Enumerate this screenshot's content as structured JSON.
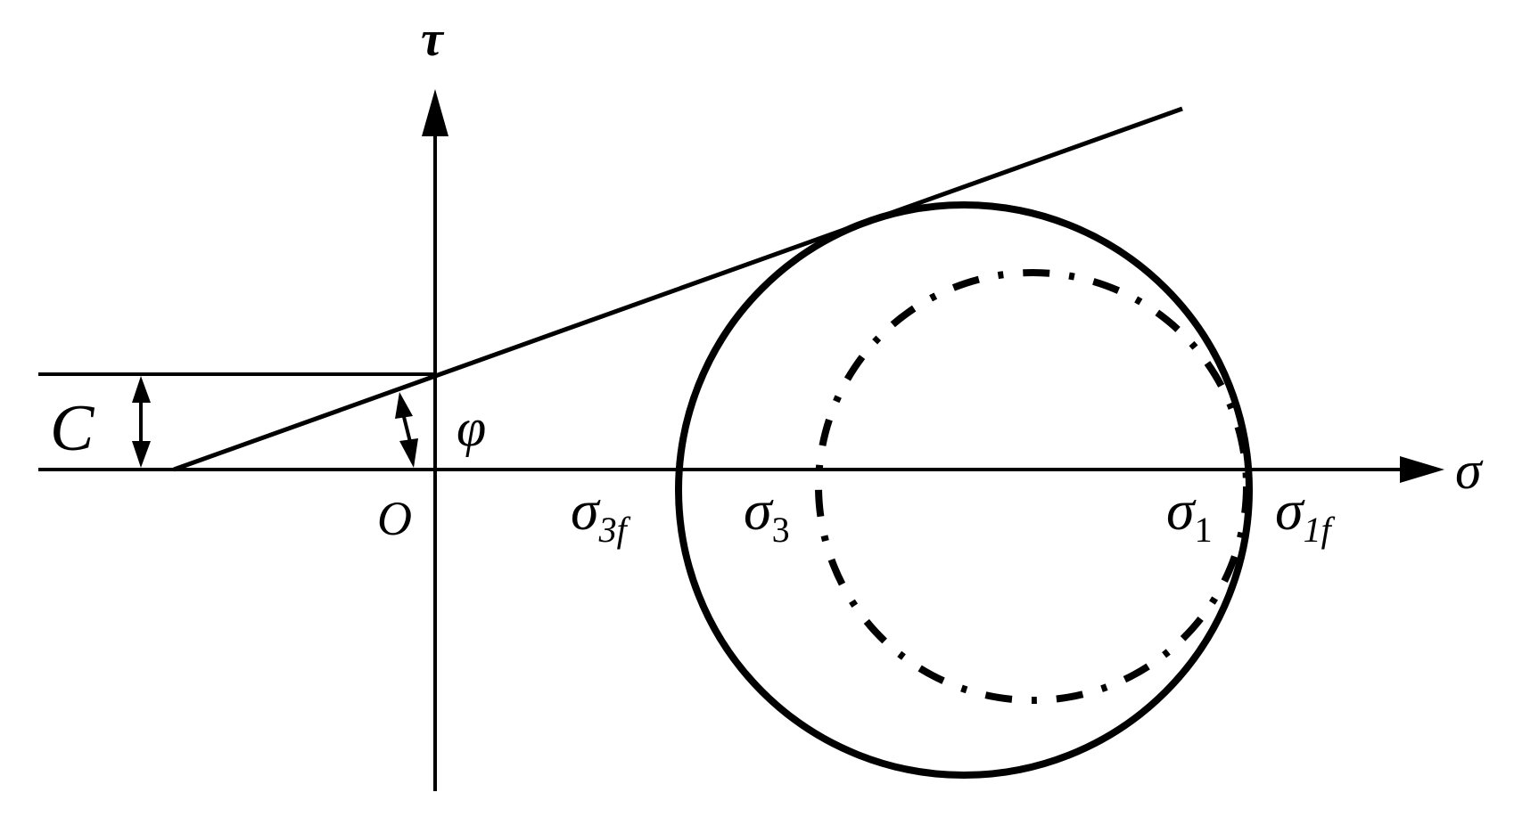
{
  "diagram": {
    "title": "Mohr-Coulomb failure envelope with Mohr stress circles",
    "colors": {
      "line": "#000000",
      "background": "#ffffff"
    },
    "axes": {
      "y_label": "τ",
      "x_label": "σ",
      "origin_label": "O"
    },
    "labels": {
      "cohesion": "C",
      "friction_angle": "φ",
      "sigma3f": {
        "main": "σ",
        "sub": "3f"
      },
      "sigma3": {
        "main": "σ",
        "sub": "3"
      },
      "sigma1": {
        "main": "σ",
        "sub": "1"
      },
      "sigma1f": {
        "main": "σ",
        "sub": "1f"
      }
    },
    "elements": {
      "failure_envelope": "straight line tangent to failure circle",
      "failure_circle": "solid circle (σ3f to σ1f)",
      "current_circle": "dash-dot circle (σ3 to σ1)"
    }
  }
}
